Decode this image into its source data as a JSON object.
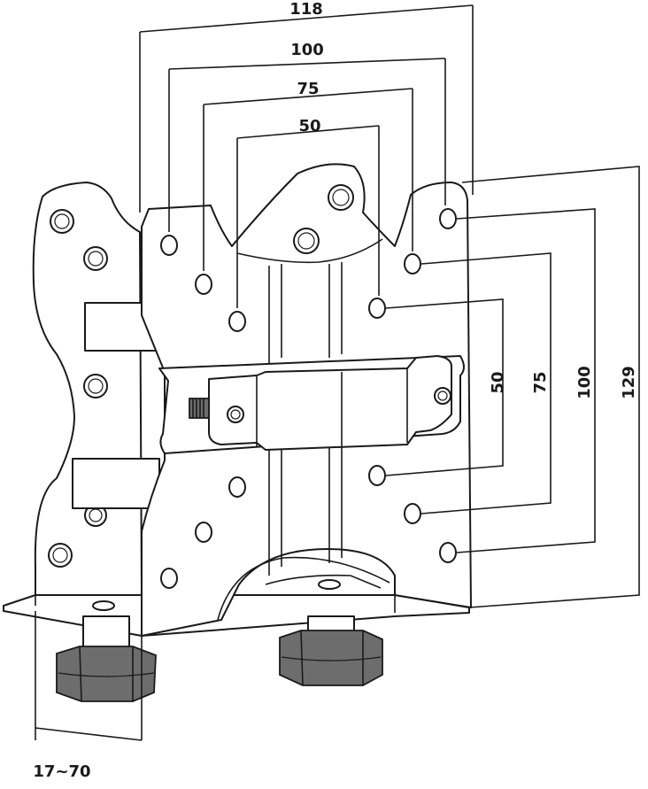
{
  "dimensions": {
    "width_118": "118",
    "width_100": "100",
    "width_75": "75",
    "width_50": "50",
    "height_50": "50",
    "height_75": "75",
    "height_100": "100",
    "height_129": "129",
    "clamp_range": "17~70"
  },
  "colors": {
    "line": "#1a1a1a",
    "metal_fill": "#ffffff",
    "knob_fill": "#6d6d6d"
  }
}
